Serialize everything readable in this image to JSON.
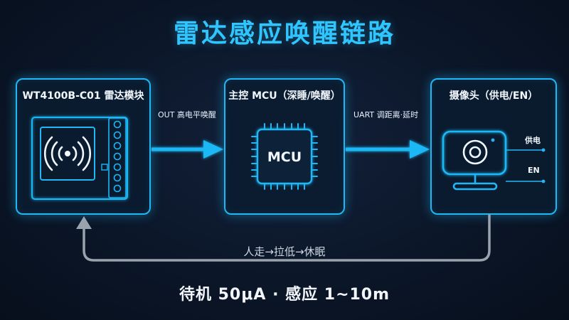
{
  "title": "雷达感应唤醒链路",
  "nodes": {
    "radar": {
      "label": "WT4100B-C01 雷达模块"
    },
    "mcu": {
      "label": "主控 MCU（深睡/唤醒）",
      "chip_label": "MCU"
    },
    "camera": {
      "label": "摄像头（供电/EN）",
      "power_label": "供电",
      "en_label": "EN"
    }
  },
  "edges": {
    "radar_to_mcu": "OUT 高电平唤醒",
    "mcu_to_camera": "UART 调距离·延时",
    "loop_back": "人走→拉低→休眠"
  },
  "caption": "待机 50μA · 感应 1~10m",
  "colors": {
    "accent": "#1fb7f5",
    "title": "#2fc6ff",
    "loop_line": "#9aa3ad",
    "background": "#0a1424"
  },
  "icons": [
    "radar-wave-icon",
    "chip-icon",
    "camera-icon"
  ]
}
